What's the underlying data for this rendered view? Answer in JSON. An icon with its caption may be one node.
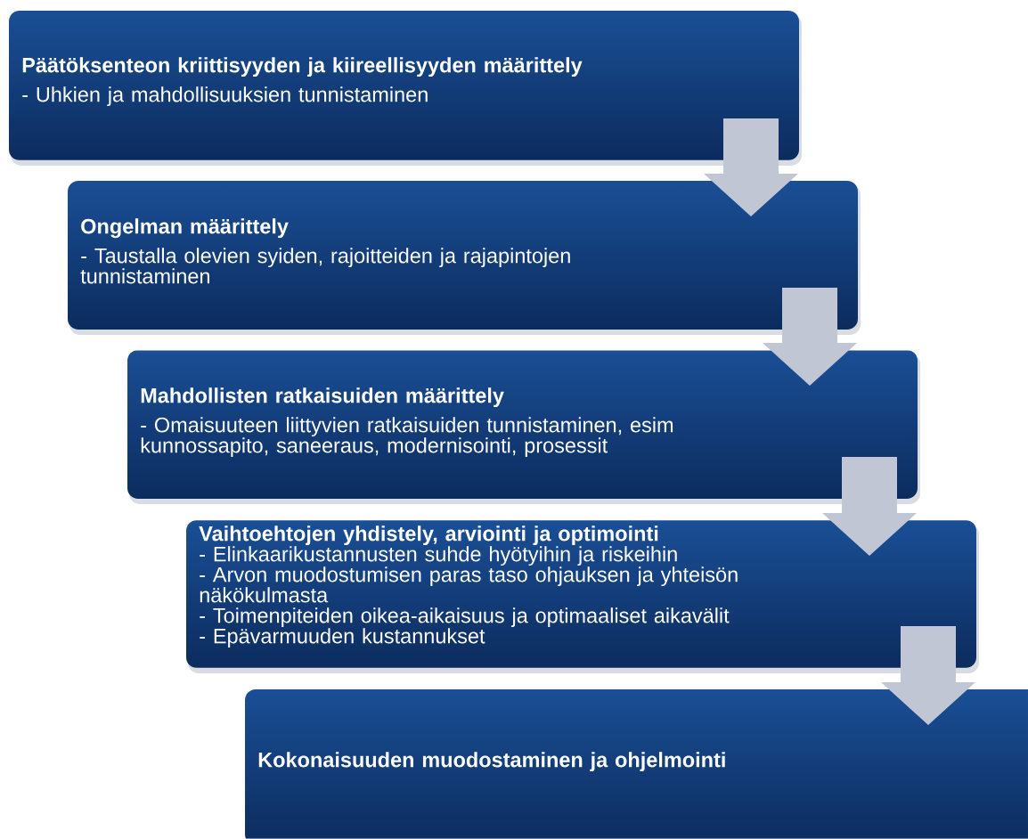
{
  "diagram": {
    "nodes": [
      {
        "text": [
          "Päätöksenteon kriittisyyden ja kiireellisyyden määrittely",
          "- Uhkien ja mahdollisuuksien tunnistaminen"
        ]
      },
      {
        "text": [
          "Ongelman määrittely",
          "- Taustalla olevien syiden, rajoitteiden ja rajapintojen tunnistaminen"
        ]
      },
      {
        "text": [
          "Mahdollisten ratkaisuiden määrittely",
          "- Omaisuuteen liittyvien ratkaisuiden tunnistaminen, esim kunnossapito, saneeraus, modernisointi, prosessit"
        ]
      },
      {
        "text": [
          "Vaihtoehtojen yhdistely, arviointi ja optimointi",
          "- Elinkaarikustannusten suhde hyötyihin ja riskeihin",
          "- Arvon muodostumisen paras taso ohjauksen ja yhteisön näkökulmasta",
          "- Toimenpiteiden oikea-aikaisuus ja optimaaliset aikavälit",
          "- Epävarmuuden kustannukset"
        ]
      },
      {
        "text": [
          "Kokonaisuuden muodostaminen ja ohjelmointi"
        ]
      }
    ],
    "edges": [
      {
        "from": 0,
        "to": 1,
        "arrow": "to"
      },
      {
        "from": 1,
        "to": 2,
        "arrow": "to"
      },
      {
        "from": 2,
        "to": 3,
        "arrow": "to"
      },
      {
        "from": 3,
        "to": 4,
        "arrow": "to"
      }
    ]
  }
}
